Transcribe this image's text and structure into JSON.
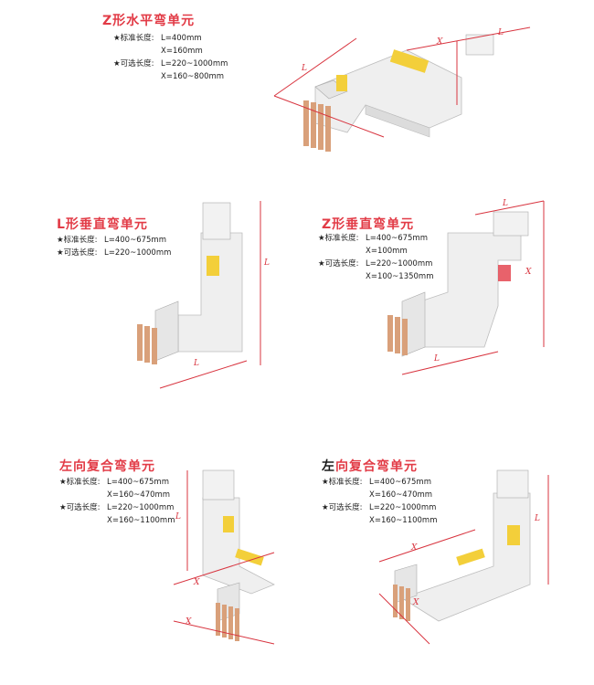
{
  "units": [
    {
      "title": "Z形水平弯单元",
      "specs": [
        {
          "label": "★标准长度:",
          "values": [
            "L=400mm",
            "X=160mm"
          ]
        },
        {
          "label": "★可选长度:",
          "values": [
            "L=220~1000mm",
            "X=160~800mm"
          ]
        }
      ]
    },
    {
      "title": "L形垂直弯单元",
      "specs": [
        {
          "label": "★标准长度:",
          "values": [
            "L=400~675mm"
          ]
        },
        {
          "label": "★可选长度:",
          "values": [
            "L=220~1000mm"
          ]
        }
      ]
    },
    {
      "title": "Z形垂直弯单元",
      "specs": [
        {
          "label": "★标准长度:",
          "values": [
            "L=400~675mm",
            "X=100mm"
          ]
        },
        {
          "label": "★可选长度:",
          "values": [
            "L=220~1000mm",
            "X=100~1350mm"
          ]
        }
      ]
    },
    {
      "title": "左向复合弯单元",
      "specs": [
        {
          "label": "★标准长度:",
          "values": [
            "L=400~675mm",
            "X=160~470mm"
          ]
        },
        {
          "label": "★可选长度:",
          "values": [
            "L=220~1000mm",
            "X=160~1100mm"
          ]
        }
      ]
    },
    {
      "title_first": "左",
      "title_rest": "向复合弯单元",
      "specs": [
        {
          "label": "★标准长度:",
          "values": [
            "L=400~675mm",
            "X=160~470mm"
          ]
        },
        {
          "label": "★可选长度:",
          "values": [
            "L=220~1000mm",
            "X=160~1100mm"
          ]
        }
      ]
    }
  ],
  "dimension_labels": {
    "l": "L",
    "x": "X"
  },
  "colors": {
    "title": "#e23b46",
    "dimension": "#d8343f",
    "busbar": "#ececec",
    "label_yellow": "#f3cf3a",
    "copper": "#d9a07a"
  }
}
